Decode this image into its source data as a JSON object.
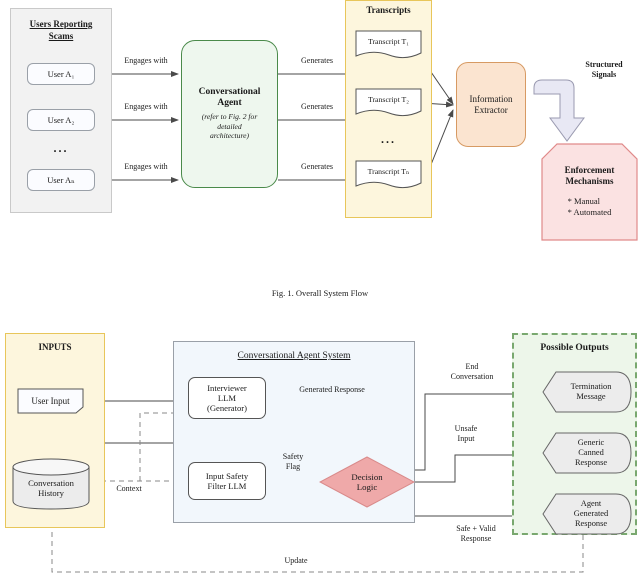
{
  "figure1": {
    "caption": "Fig. 1.  Overall System Flow",
    "users_group": {
      "title_line1": "Users Reporting",
      "title_line2": "Scams",
      "users": [
        "User A₁",
        "User A₂",
        "User Aₙ"
      ],
      "ellipsis": "..."
    },
    "agent": {
      "title_line1": "Conversational",
      "title_line2": "Agent",
      "subtitle_line1": "(refer to Fig. 2 for",
      "subtitle_line2": "detailed",
      "subtitle_line3": "architecture)"
    },
    "transcripts_group": {
      "title": "Transcripts",
      "items": [
        "Transcript T₁",
        "Transcript T₂",
        "Transcript Tₙ"
      ],
      "ellipsis": "..."
    },
    "extractor": {
      "line1": "Information",
      "line2": "Extractor"
    },
    "structured_signals": {
      "line1": "Structured",
      "line2": "Signals"
    },
    "enforcement": {
      "title_line1": "Enforcement",
      "title_line2": "Mechanisms",
      "items": [
        "* Manual",
        "* Automated"
      ]
    },
    "edges": {
      "engages_with": "Engages with",
      "generates": "Generates"
    }
  },
  "figure2": {
    "inputs_group": {
      "title": "INPUTS",
      "user_input": "User Input",
      "conversation_history_line1": "Conversation",
      "conversation_history_line2": "History"
    },
    "system_group": {
      "title": "Conversational Agent System",
      "interviewer": {
        "line1": "Interviewer",
        "line2": "LLM",
        "line3": "(Generator)"
      },
      "safety_filter": {
        "line1": "Input Safety",
        "line2": "Filter LLM"
      },
      "decision": {
        "line1": "Decision",
        "line2": "Logic"
      }
    },
    "outputs_group": {
      "title": "Possible Outputs",
      "items": [
        {
          "line1": "Termination",
          "line2": "Message",
          "line3": ""
        },
        {
          "line1": "Generic",
          "line2": "Canned",
          "line3": "Response"
        },
        {
          "line1": "Agent",
          "line2": "Generated",
          "line3": "Response"
        }
      ]
    },
    "edges": {
      "context": "Context",
      "generated_response": "Generated Response",
      "safety_flag_line1": "Safety",
      "safety_flag_line2": "Flag",
      "end_conversation_line1": "End",
      "end_conversation_line2": "Conversation",
      "unsafe_input_line1": "Unsafe",
      "unsafe_input_line2": "Input",
      "safe_valid_line1": "Safe + Valid",
      "safe_valid_line2": "Response",
      "update": "Update"
    }
  },
  "colors": {
    "agent_green": "#4a8a4a",
    "transcripts_yellow": "#e8c65a",
    "extractor_orange": "#d79a63",
    "enforcement_pink": "#e08a8a",
    "outputs_green": "#79a86f",
    "decision_pink": "#efa9a9"
  }
}
